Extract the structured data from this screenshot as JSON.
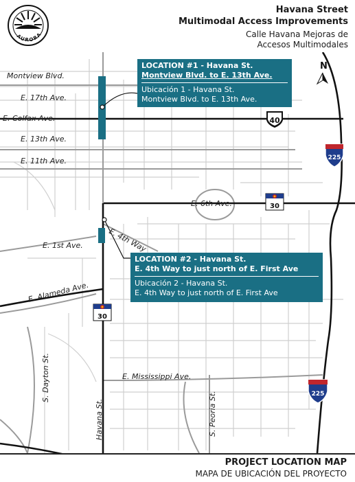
{
  "header": {
    "title_en_1": "Havana Street",
    "title_en_2": "Multimodal Access Improvements",
    "title_es_1": "Calle Havana Mejoras de",
    "title_es_2": "Accesos Multimodales",
    "logo_text": "AURORA"
  },
  "callout1": {
    "heading_1": "LOCATION #1 - Havana St.",
    "heading_2": "Montview Blvd. to E. 13th Ave.",
    "body_1": "Ubicación 1 - Havana St.",
    "body_2": "Montview Blvd. to E. 13th Ave."
  },
  "callout2": {
    "heading_1": "LOCATION #2 - Havana St.",
    "heading_2": "E. 4th Way to just north of E. First Ave",
    "body_1": "Ubicación 2 - Havana St.",
    "body_2": "E. 4th Way to just north of E. First Ave"
  },
  "streets": {
    "montview": "Montview Blvd.",
    "e17": "E. 17th Ave.",
    "colfax": "E. Colfax Ave.",
    "e13": "E. 13th Ave.",
    "e11": "E. 11th Ave.",
    "e6": "E. 6th Ave.",
    "e4way": "E. 4th Way",
    "e1": "E. 1st Ave.",
    "alameda": "E. Alameda Ave.",
    "mississippi": "E. Mississippi Ave.",
    "dayton": "S. Dayton St.",
    "havana": "Havana St.",
    "peoria": "S. Peoria St."
  },
  "shields": {
    "us40": "40",
    "i225": "225",
    "us30": "30"
  },
  "north": "N",
  "footer": {
    "title_en": "PROJECT LOCATION MAP",
    "title_es": "MAPA DE UBICACIÓN DEL PROYECTO"
  },
  "colors": {
    "callout": "#1a6f84",
    "highlight": "#1a6f84",
    "road": "#111111",
    "street": "#c8c8c8",
    "interstate": "#1f3d8c",
    "interstate_top": "#c0262d"
  }
}
